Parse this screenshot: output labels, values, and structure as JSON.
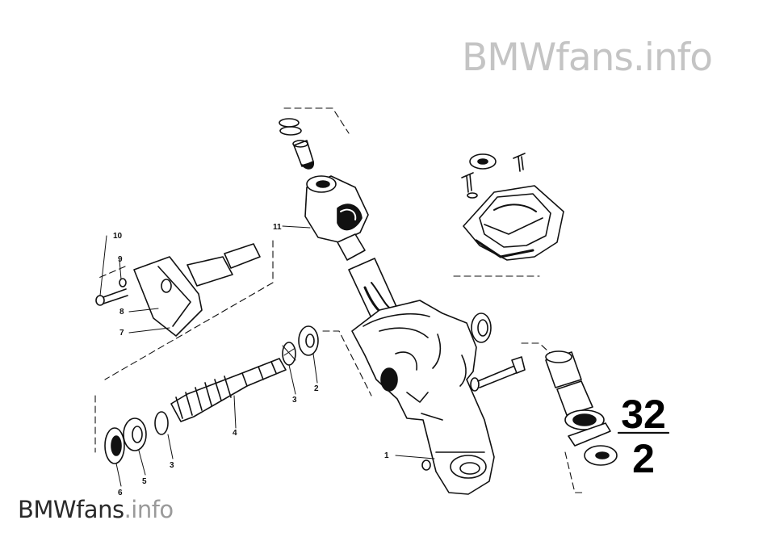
{
  "watermark_top": {
    "brand": "BMWfans",
    "suffix": ".info"
  },
  "watermark_bottom": {
    "brand": "BMWfans",
    "suffix": ".info"
  },
  "section": {
    "group": "32",
    "sub": "2"
  },
  "callouts": [
    {
      "id": "callout-1",
      "label": "1"
    },
    {
      "id": "callout-2",
      "label": "2"
    },
    {
      "id": "callout-3a",
      "label": "3"
    },
    {
      "id": "callout-3b",
      "label": "3"
    },
    {
      "id": "callout-4",
      "label": "4"
    },
    {
      "id": "callout-5",
      "label": "5"
    },
    {
      "id": "callout-6",
      "label": "6"
    },
    {
      "id": "callout-7",
      "label": "7"
    },
    {
      "id": "callout-8",
      "label": "8"
    },
    {
      "id": "callout-9",
      "label": "9"
    },
    {
      "id": "callout-10",
      "label": "10"
    },
    {
      "id": "callout-11",
      "label": "11"
    }
  ],
  "colors": {
    "ink": "#111111",
    "watermark_light": "#c4c4c4",
    "watermark_dark": "#2a2a2a"
  }
}
